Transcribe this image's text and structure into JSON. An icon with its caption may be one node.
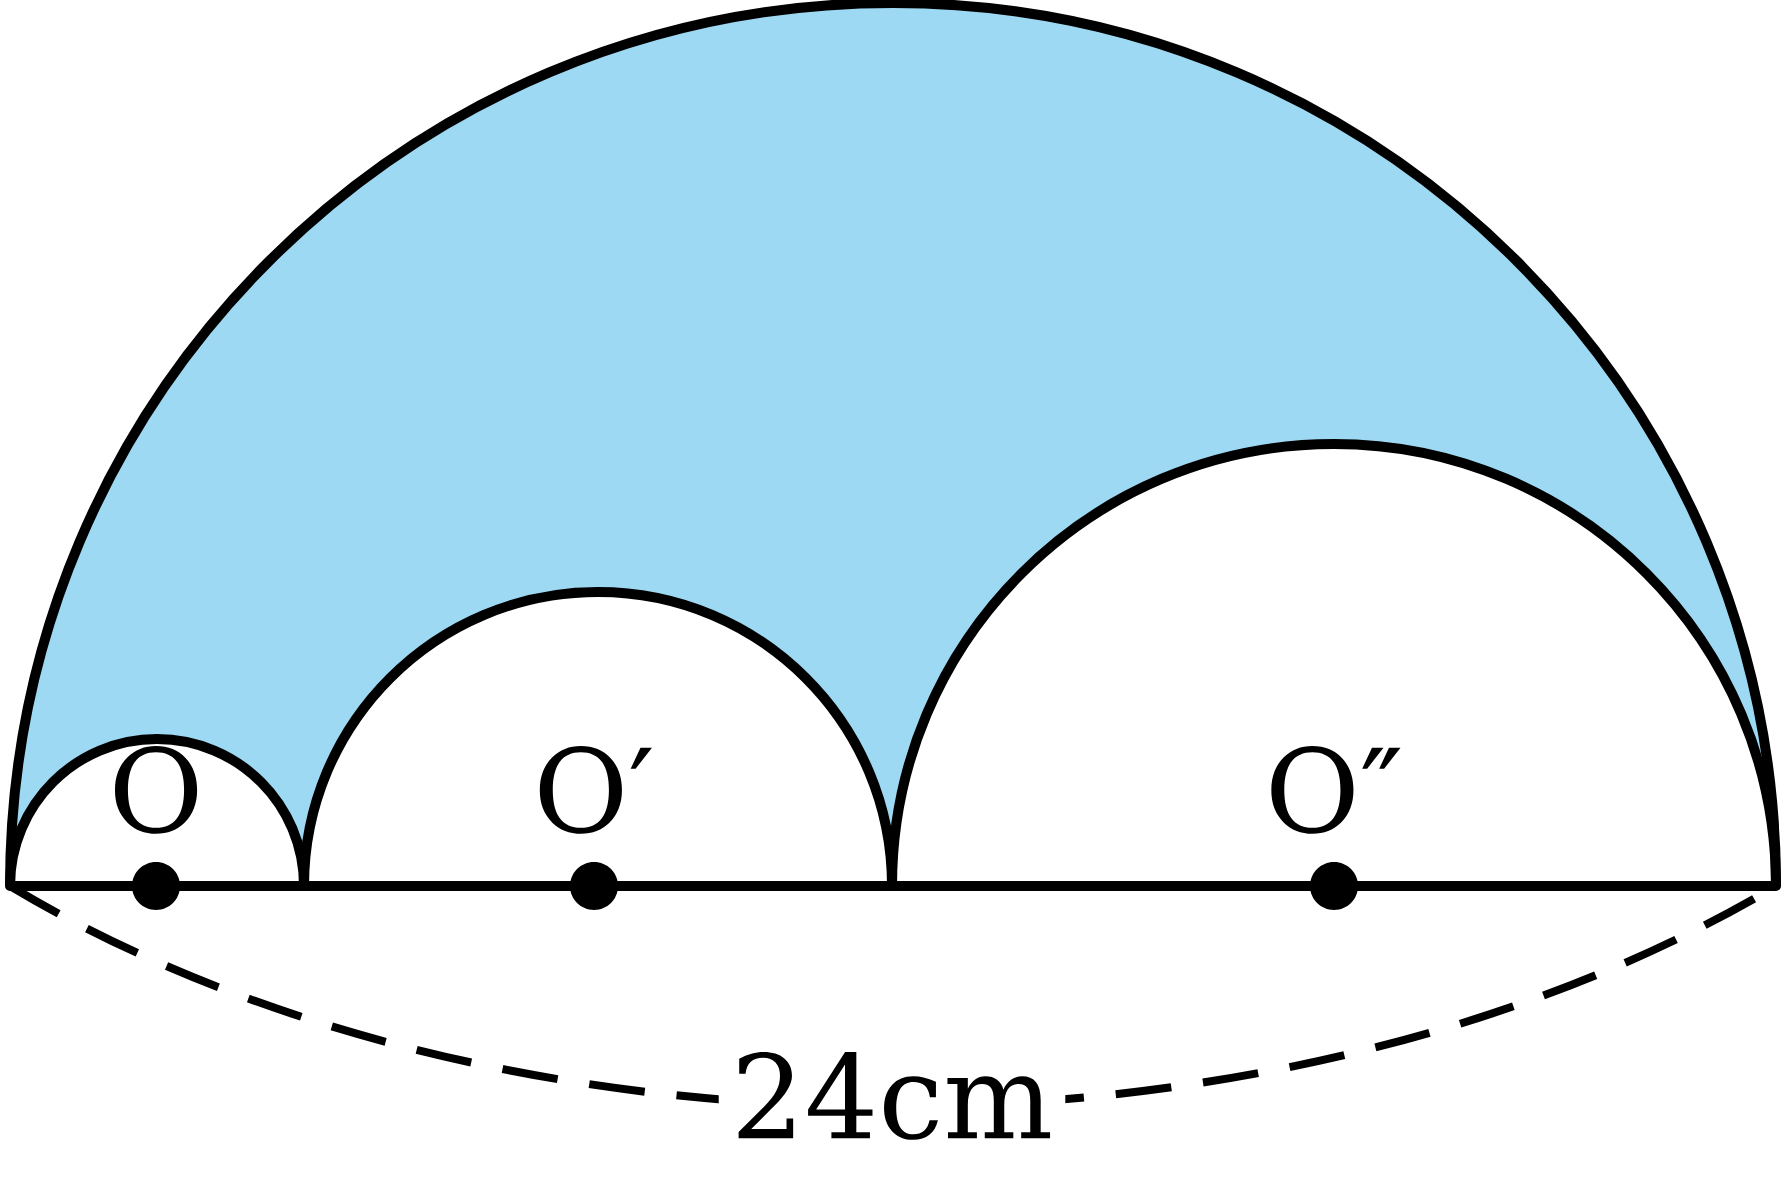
{
  "diagram": {
    "labels": [
      "O",
      "O′",
      "O″",
      "24cm"
    ]
  }
}
